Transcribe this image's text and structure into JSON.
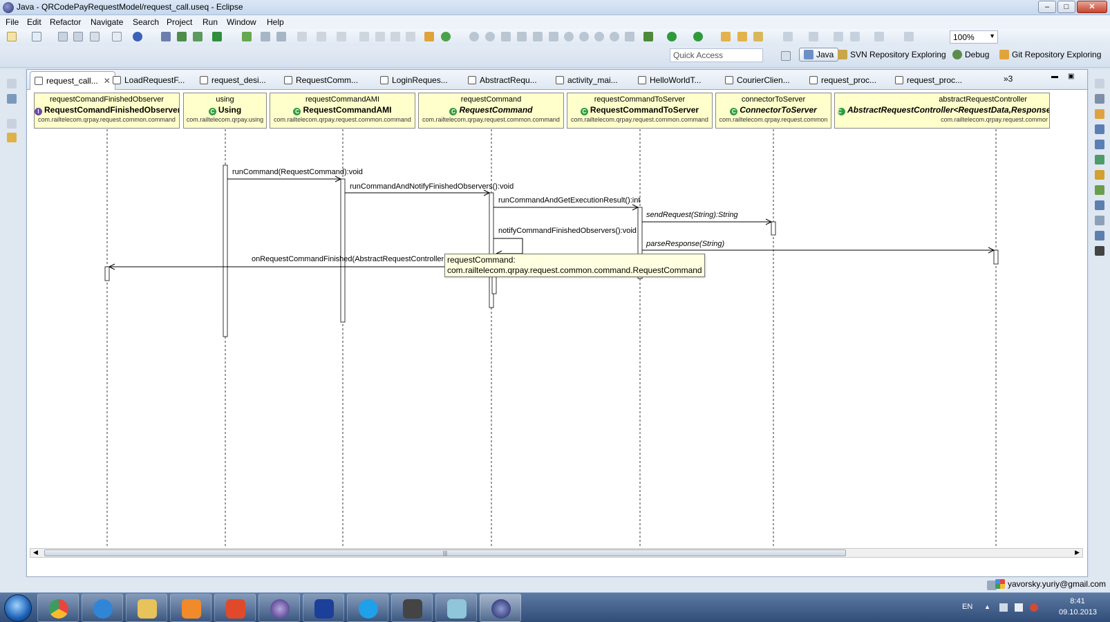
{
  "window": {
    "title": "Java - QRCodePayRequestModel/request_call.useq - Eclipse",
    "minimize": "–",
    "maximize": "□",
    "close": "✕"
  },
  "menu": [
    "File",
    "Edit",
    "Refactor",
    "Navigate",
    "Search",
    "Project",
    "Run",
    "Window",
    "Help"
  ],
  "toolbar": {
    "zoom": "100%"
  },
  "quick_access": {
    "placeholder": "Quick Access"
  },
  "perspectives": [
    {
      "label": "Java",
      "icon": "java-perspective-icon",
      "active": true
    },
    {
      "label": "SVN Repository Exploring",
      "icon": "svn-icon",
      "active": false
    },
    {
      "label": "Debug",
      "icon": "debug-icon",
      "active": false
    },
    {
      "label": "Git Repository Exploring",
      "icon": "git-icon",
      "active": false
    }
  ],
  "tabs": [
    {
      "label": "request_call...",
      "active": true
    },
    {
      "label": "LoadRequestF...",
      "active": false
    },
    {
      "label": "request_desi...",
      "active": false
    },
    {
      "label": "RequestComm...",
      "active": false
    },
    {
      "label": "LoginReques...",
      "active": false
    },
    {
      "label": "AbstractRequ...",
      "active": false
    },
    {
      "label": "activity_mai...",
      "active": false
    },
    {
      "label": "HelloWorldT...",
      "active": false
    },
    {
      "label": "CourierClien...",
      "active": false
    },
    {
      "label": "request_proc...",
      "active": false
    },
    {
      "label": "request_proc...",
      "active": false
    }
  ],
  "tab_overflow": "»3",
  "lifelines": [
    {
      "object": "requestComandFinishedObserver",
      "type": "RequestComandFinishedObserver",
      "package": "com.railtelecom.qrpay.request.common.command",
      "kind": "interface",
      "abstract": false
    },
    {
      "object": "using",
      "type": "Using",
      "package": "com.railtelecom.qrpay.using",
      "kind": "class",
      "abstract": false
    },
    {
      "object": "requestCommandAMI",
      "type": "RequestCommandAMI",
      "package": "com.railtelecom.qrpay.request.common.command",
      "kind": "class",
      "abstract": false
    },
    {
      "object": "requestCommand",
      "type": "RequestCommand",
      "package": "com.railtelecom.qrpay.request.common.command",
      "kind": "class",
      "abstract": true
    },
    {
      "object": "requestCommandToServer",
      "type": "RequestCommandToServer",
      "package": "com.railtelecom.qrpay.request.common.command",
      "kind": "class",
      "abstract": false
    },
    {
      "object": "connectorToServer",
      "type": "ConnectorToServer",
      "package": "com.railtelecom.qrpay.request.common",
      "kind": "class",
      "abstract": true
    },
    {
      "object": "abstractRequestController",
      "type": "AbstractRequestController<RequestData,Response",
      "package": "com.railtelecom.qrpay.request.commor",
      "kind": "class",
      "abstract": true
    }
  ],
  "messages": [
    {
      "label": "runCommand(RequestCommand):void",
      "italic": false
    },
    {
      "label": "runCommandAndNotifyFinishedObservers():void",
      "italic": false
    },
    {
      "label": "runCommandAndGetExecutionResult():int",
      "italic": false
    },
    {
      "label": "sendRequest(String):String",
      "italic": true
    },
    {
      "label": "notifyCommandFinishedObservers():void",
      "italic": false
    },
    {
      "label": "parseResponse(String)",
      "italic": true
    },
    {
      "label": "onRequestCommandFinished(AbstractRequestController<?,",
      "italic": false
    }
  ],
  "tooltip": {
    "line1": "requestCommand:",
    "line2": "com.railtelecom.qrpay.request.common.command.RequestCommand"
  },
  "statusbar": {
    "email": "yavorsky.yuriy@gmail.com"
  },
  "taskbar": {
    "apps": [
      "chrome-icon",
      "internet-explorer-icon",
      "file-explorer-icon",
      "media-player-icon",
      "app-icon",
      "eclipse-icon",
      "database-icon",
      "skype-icon",
      "terminal-icon",
      "notepad-icon",
      "eclipse-icon"
    ],
    "lang": "EN",
    "time": "8:41",
    "date": "09.10.2013"
  },
  "colors": {
    "lifeline_fill": "#ffffcc",
    "tooltip_fill": "#ffffe1",
    "accent": "#2f9e3f"
  }
}
